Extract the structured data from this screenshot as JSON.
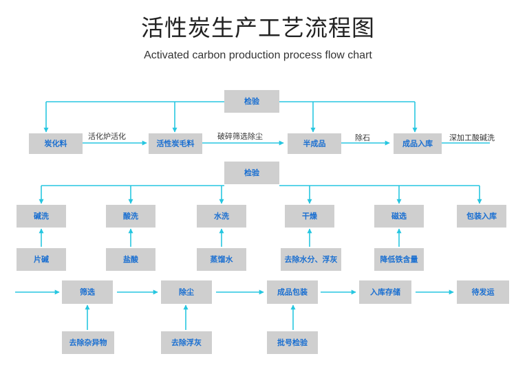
{
  "title": "活性炭生产工艺流程图",
  "subtitle": "Activated carbon production process flow chart",
  "colors": {
    "box_fill": "#cfcfcf",
    "box_text": "#1a6fd1",
    "arrow": "#26c6e0"
  },
  "stage1": {
    "inspect": "检验",
    "steps": [
      "炭化料",
      "活性炭毛料",
      "半成品",
      "成品入库"
    ],
    "edges": [
      "活化炉活化",
      "破碎筛选除尘",
      "除石",
      "深加工酸碱洗"
    ]
  },
  "stage2": {
    "inspect": "检验",
    "steps": [
      "碱洗",
      "酸洗",
      "水洗",
      "干燥",
      "磁选",
      "包装入库"
    ],
    "inputs": [
      "片碱",
      "盐酸",
      "蒸馏水",
      "去除水分、浮灰",
      "降低铁含量"
    ]
  },
  "stage3": {
    "steps": [
      "筛选",
      "除尘",
      "成品包装",
      "入库存储",
      "待发运"
    ],
    "inputs": [
      "去除杂异物",
      "去除浮灰",
      "批号检验"
    ]
  }
}
